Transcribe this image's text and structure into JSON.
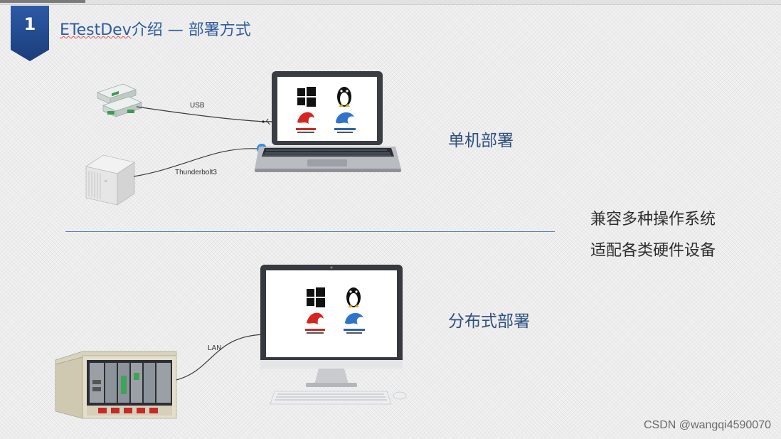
{
  "header": {
    "section_number": "1",
    "title_en": "ETestDev",
    "title_rest": "介绍 — 部署方式"
  },
  "single": {
    "label": "单机部署",
    "usb_label": "USB",
    "thunderbolt_label": "Thunderbolt3"
  },
  "distributed": {
    "label": "分布式部署",
    "lan_label": "LAN"
  },
  "features": {
    "line1": "兼容多种操作系统",
    "line2": "适配各类硬件设备"
  },
  "os_logos": [
    "windows-logo",
    "linux-tux-logo",
    "neokylin-logo",
    "kylin-logo"
  ],
  "watermark": "CSDN @wangqi4590070"
}
